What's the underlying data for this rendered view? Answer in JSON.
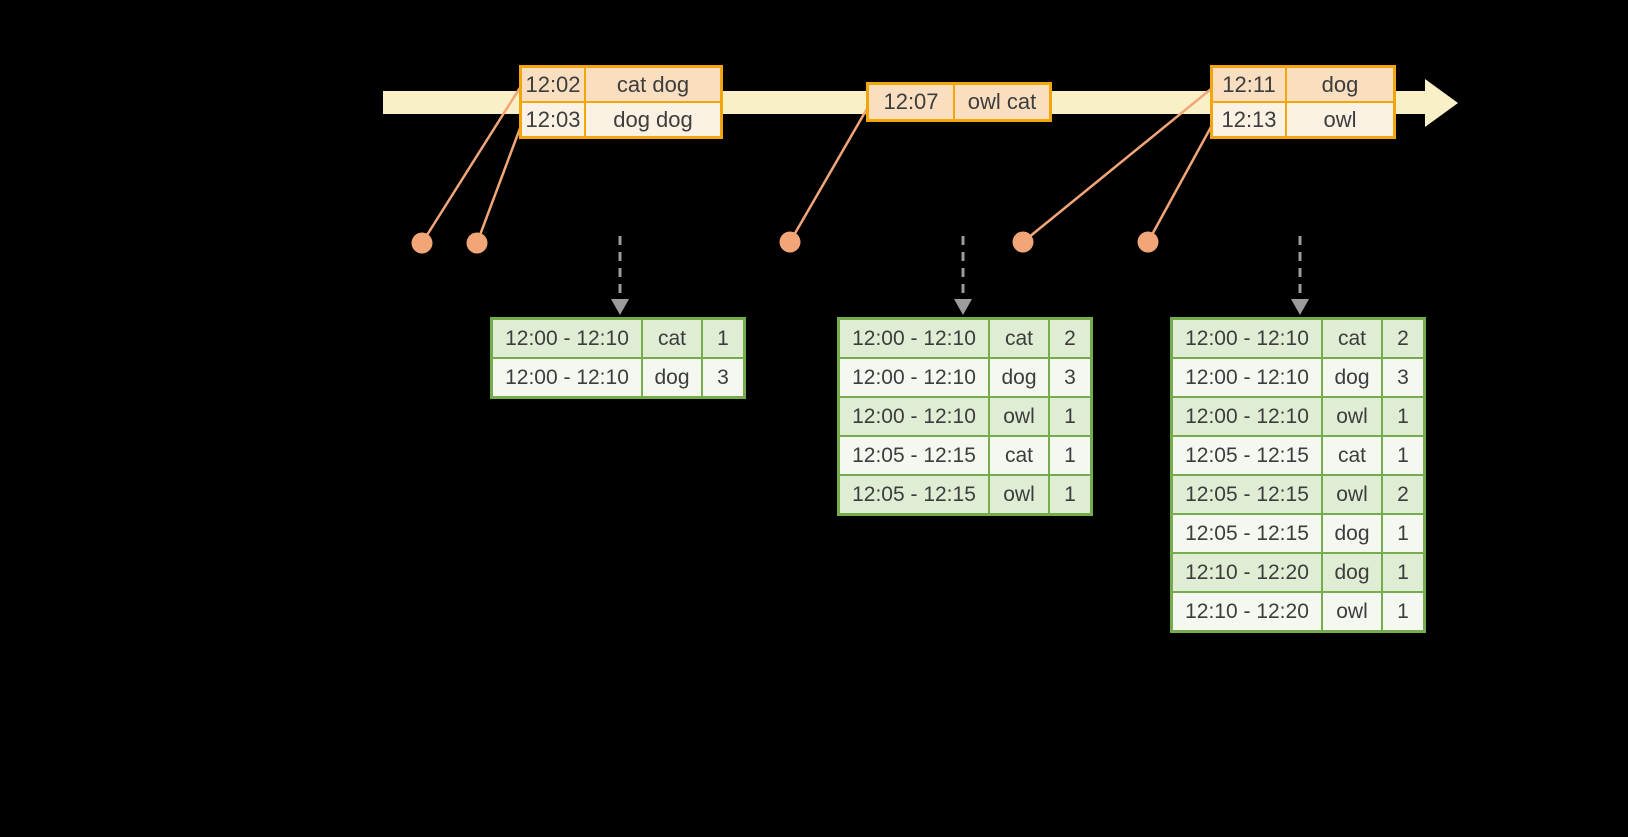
{
  "diagram": {
    "kind": "streaming-windowed-aggregation-timeline",
    "background": "#000000"
  },
  "colors": {
    "timeline_band": "#FAF0C8",
    "event_table_border": "#F2A60C",
    "event_cell_peach": "#F9DEC0",
    "event_cell_cream": "#FCF2E3",
    "event_dot": "#F2A678",
    "connector_line": "#F2A678",
    "trigger_arrow_gray": "#9C9C9C",
    "result_table_border": "#76AD4C",
    "result_row_green": "#E0EDD5",
    "result_row_white": "#F4F8F0",
    "text": "#3d3d3d"
  },
  "event_tables": [
    {
      "rows": [
        {
          "time": "12:02",
          "words": "cat dog"
        },
        {
          "time": "12:03",
          "words": "dog dog"
        }
      ]
    },
    {
      "rows": [
        {
          "time": "12:07",
          "words": "owl cat"
        }
      ]
    },
    {
      "rows": [
        {
          "time": "12:11",
          "words": "dog"
        },
        {
          "time": "12:13",
          "words": "owl"
        }
      ]
    }
  ],
  "result_tables": [
    {
      "rows": [
        {
          "window": "12:00 - 12:10",
          "word": "cat",
          "count": "1"
        },
        {
          "window": "12:00 - 12:10",
          "word": "dog",
          "count": "3"
        }
      ]
    },
    {
      "rows": [
        {
          "window": "12:00 - 12:10",
          "word": "cat",
          "count": "2"
        },
        {
          "window": "12:00 - 12:10",
          "word": "dog",
          "count": "3"
        },
        {
          "window": "12:00 - 12:10",
          "word": "owl",
          "count": "1"
        },
        {
          "window": "12:05 - 12:15",
          "word": "cat",
          "count": "1"
        },
        {
          "window": "12:05 - 12:15",
          "word": "owl",
          "count": "1"
        }
      ]
    },
    {
      "rows": [
        {
          "window": "12:00 - 12:10",
          "word": "cat",
          "count": "2"
        },
        {
          "window": "12:00 - 12:10",
          "word": "dog",
          "count": "3"
        },
        {
          "window": "12:00 - 12:10",
          "word": "owl",
          "count": "1"
        },
        {
          "window": "12:05 - 12:15",
          "word": "cat",
          "count": "1"
        },
        {
          "window": "12:05 - 12:15",
          "word": "owl",
          "count": "2"
        },
        {
          "window": "12:05 - 12:15",
          "word": "dog",
          "count": "1"
        },
        {
          "window": "12:10 - 12:20",
          "word": "dog",
          "count": "1"
        },
        {
          "window": "12:10 - 12:20",
          "word": "owl",
          "count": "1"
        }
      ]
    }
  ]
}
